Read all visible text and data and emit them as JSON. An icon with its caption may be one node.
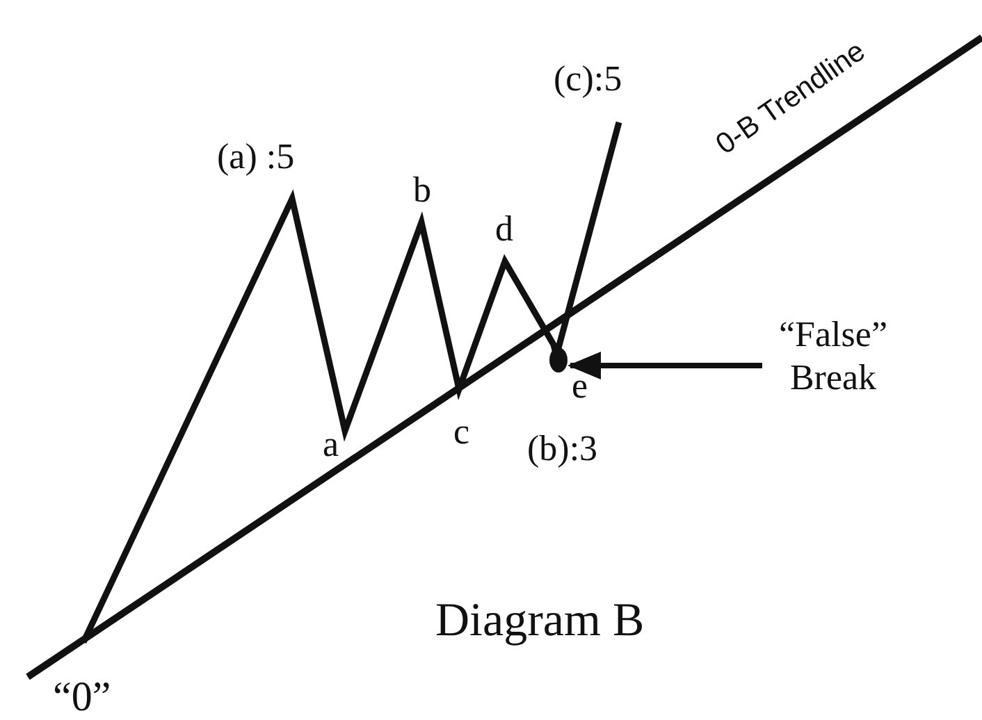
{
  "diagram": {
    "title": "Diagram B",
    "nodes": [
      {
        "text": [
          "“False” Break"
        ]
      },
      {
        "text": [],
        "shape": "circle"
      }
    ],
    "edges": [
      {
        "from": 0,
        "to": 1,
        "arrow": "to"
      }
    ],
    "labels": [
      "(c):5",
      "0-B Trendline",
      "(a) :5",
      "b",
      "d",
      "a",
      "c",
      "e",
      "(b):3",
      "“0”"
    ]
  }
}
